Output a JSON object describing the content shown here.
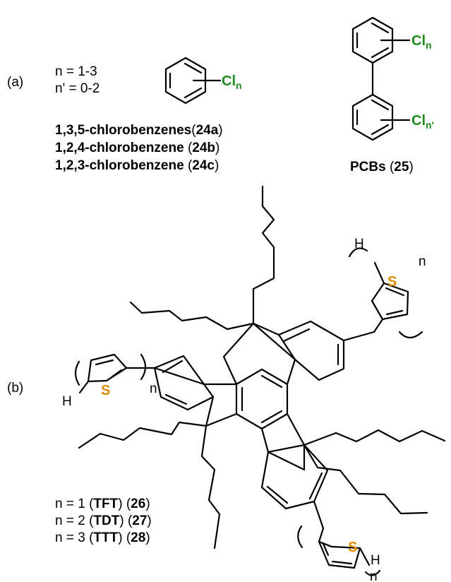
{
  "part_a": {
    "panel_label": "(a)",
    "n_range": "n = 1-3",
    "nprime_range": "n' = 0-2",
    "benzene_substituent": "Cl",
    "benzene_subscript": "n",
    "pcb_sub_top": "n",
    "pcb_sub_bottom": "n'",
    "compounds": [
      {
        "name": "1,3,5-chlorobenzenes",
        "id": "24a",
        "sep": ""
      },
      {
        "name": "1,2,4-chlorobenzene",
        "id": "24b",
        "sep": " "
      },
      {
        "name": "1,2,3-chlorobenzene",
        "id": "24c",
        "sep": " "
      }
    ],
    "pcb_label": "PCBs",
    "pcb_id": "25"
  },
  "part_b": {
    "panel_label": "(b)",
    "hetero_atom": "S",
    "hydrogen": "H",
    "repeat_sub": "n",
    "variants": [
      {
        "n": "n = 1",
        "abbr": "TFT",
        "id": "26"
      },
      {
        "n": "n = 2",
        "abbr": "TDT",
        "id": "27"
      },
      {
        "n": "n = 3",
        "abbr": "TTT",
        "id": "28"
      }
    ]
  },
  "colors": {
    "chlorine": "#1f8a1f",
    "sulfur": "#e08a00"
  }
}
